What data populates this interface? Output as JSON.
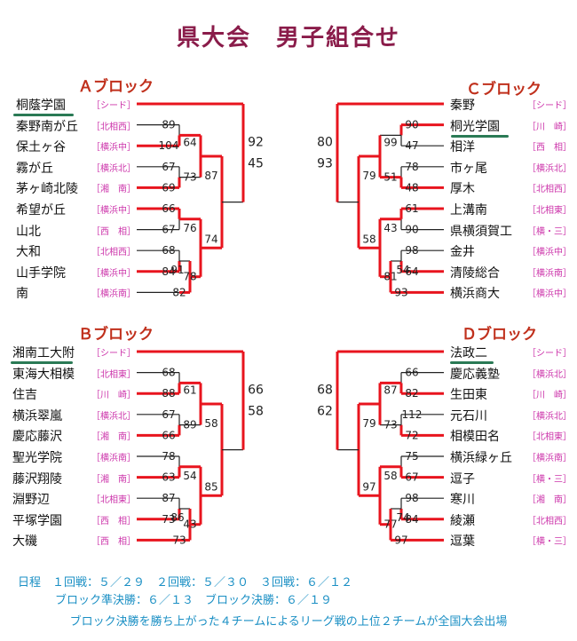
{
  "title": "県大会　男子組合せ",
  "blocks": [
    {
      "name": "Ａブロック",
      "teams": [
        {
          "name": "桐蔭学園",
          "seed": "［シード］"
        },
        {
          "name": "秦野南が丘",
          "seed": "［北相西］"
        },
        {
          "name": "保土ヶ谷",
          "seed": "［横浜中］"
        },
        {
          "name": "霧が丘",
          "seed": "［横浜北］"
        },
        {
          "name": "茅ヶ崎北陵",
          "seed": "［湘　南］"
        },
        {
          "name": "希望が丘",
          "seed": "［横浜中］"
        },
        {
          "name": "山北",
          "seed": "［西　相］"
        },
        {
          "name": "大和",
          "seed": "［北相西］"
        },
        {
          "name": "山手学院",
          "seed": "［横浜中］"
        },
        {
          "name": "南",
          "seed": "［横浜南］"
        }
      ],
      "scores": [
        "89",
        "104",
        "67",
        "69",
        "66",
        "67",
        "68",
        "84",
        "91",
        "82",
        "64",
        "73",
        "76",
        "78",
        "87",
        "74",
        "92",
        "45"
      ]
    },
    {
      "name": "Ｃブロック",
      "teams": [
        {
          "name": "秦野",
          "seed": "［シード］"
        },
        {
          "name": "桐光学園",
          "seed": "［川　崎］"
        },
        {
          "name": "相洋",
          "seed": "［西　相］"
        },
        {
          "name": "市ヶ尾",
          "seed": "［横浜北］"
        },
        {
          "name": "厚木",
          "seed": "［北相西］"
        },
        {
          "name": "上溝南",
          "seed": "［北相東］"
        },
        {
          "name": "県横須賀工",
          "seed": "［横・三］"
        },
        {
          "name": "金井",
          "seed": "［横浜中］"
        },
        {
          "name": "清陵総合",
          "seed": "［横浜南］"
        },
        {
          "name": "横浜商大",
          "seed": "［横浜中］"
        }
      ],
      "scores": [
        "90",
        "47",
        "78",
        "48",
        "61",
        "90",
        "98",
        "64",
        "54",
        "93",
        "99",
        "51",
        "43",
        "81",
        "79",
        "58",
        "80",
        "93"
      ]
    },
    {
      "name": "Ｂブロック",
      "teams": [
        {
          "name": "湘南工大附",
          "seed": "［シード］"
        },
        {
          "name": "東海大相模",
          "seed": "［北相東］"
        },
        {
          "name": "住吉",
          "seed": "［川　崎］"
        },
        {
          "name": "横浜翠嵐",
          "seed": "［横浜北］"
        },
        {
          "name": "慶応藤沢",
          "seed": "［湘　南］"
        },
        {
          "name": "聖光学院",
          "seed": "［横浜南］"
        },
        {
          "name": "藤沢翔陵",
          "seed": "［湘　南］"
        },
        {
          "name": "淵野辺",
          "seed": "［北相東］"
        },
        {
          "name": "平塚学園",
          "seed": "［西　相］"
        },
        {
          "name": "大磯",
          "seed": "［西　相］"
        }
      ],
      "scores": [
        "68",
        "88",
        "67",
        "66",
        "78",
        "63",
        "87",
        "73",
        "86",
        "73",
        "61",
        "89",
        "54",
        "43",
        "58",
        "85",
        "66",
        "58"
      ]
    },
    {
      "name": "Ｄブロック",
      "teams": [
        {
          "name": "法政二",
          "seed": "［シード］"
        },
        {
          "name": "慶応義塾",
          "seed": "［横浜北］"
        },
        {
          "name": "生田東",
          "seed": "［川　崎］"
        },
        {
          "name": "元石川",
          "seed": "［横浜北］"
        },
        {
          "name": "相模田名",
          "seed": "［北相東］"
        },
        {
          "name": "横浜緑ヶ丘",
          "seed": "［横浜南］"
        },
        {
          "name": "逗子",
          "seed": "［横・三］"
        },
        {
          "name": "寒川",
          "seed": "［湘　南］"
        },
        {
          "name": "綾瀬",
          "seed": "［北相西］"
        },
        {
          "name": "逗葉",
          "seed": "［横・三］"
        }
      ],
      "scores": [
        "66",
        "82",
        "112",
        "72",
        "75",
        "67",
        "98",
        "84",
        "74",
        "97",
        "87",
        "73",
        "58",
        "77",
        "79",
        "97",
        "68",
        "62"
      ]
    }
  ],
  "schedule": {
    "line1": "日程　１回戦：５／２９　２回戦：５／３０　３回戦：６／１２",
    "line2": "ブロック準決勝：６／１３　ブロック決勝：６／１９"
  },
  "footnote": "ブロック決勝を勝ち上がった４チームによるリーグ戦の上位２チームが全国大会出場",
  "colors": {
    "winner_line": "#e8141e",
    "loser_line": "#222222",
    "title": "#8a1c4a",
    "block_title": "#c0301c",
    "seed": "#cc33aa",
    "schedule": "#1a8fc4",
    "underline": "#2a7a55"
  }
}
